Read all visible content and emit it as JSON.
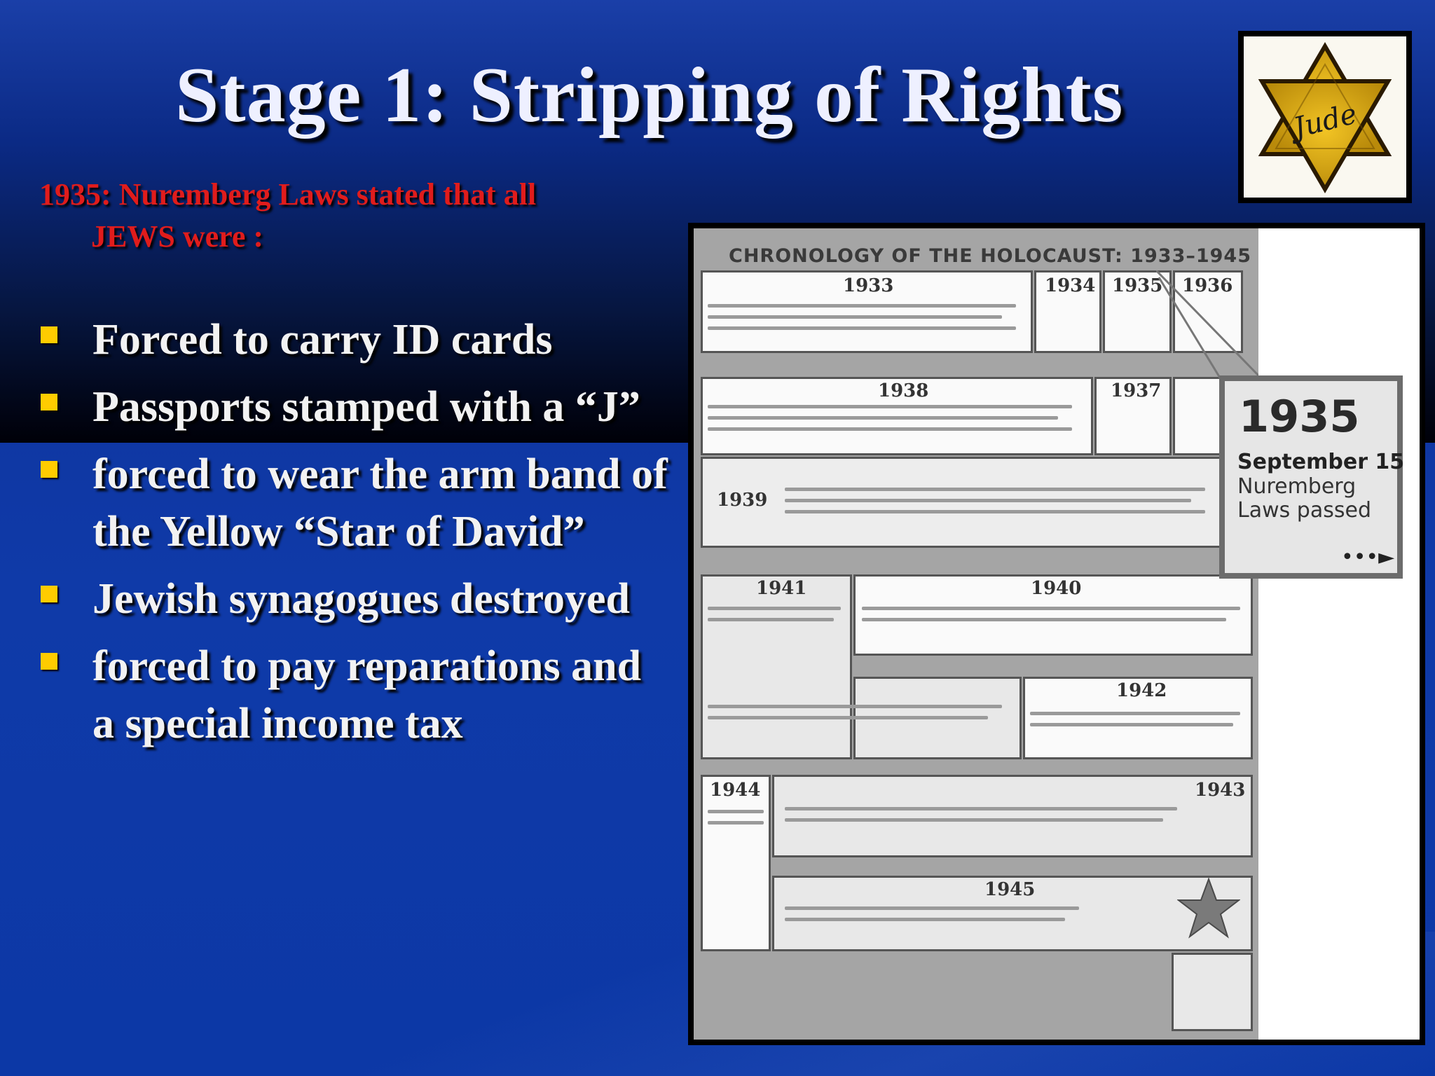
{
  "slide": {
    "title": "Stage 1:  Stripping of Rights",
    "subtitle_line1": "1935:  Nuremberg Laws stated that all",
    "subtitle_line2": "JEWS were :",
    "bullets": [
      "Forced to carry ID cards",
      "Passports stamped with a “J”",
      "forced to wear the arm band of the Yellow “Star of David”",
      "Jewish synagogues destroyed",
      "forced to pay reparations and a special income tax"
    ],
    "colors": {
      "title": "#eef0ff",
      "subtitle": "#e01c1c",
      "bullet_marker": "#ffcc00",
      "background": "#0f3aa8"
    }
  },
  "badge": {
    "icon": "yellow-star-of-david-icon",
    "lettering": "Jude"
  },
  "timeline_figure": {
    "heading": "CHRONOLOGY OF THE HOLOCAUST: 1933–1945",
    "years": [
      "1933",
      "1934",
      "1935",
      "1936",
      "1938",
      "1937",
      "1939",
      "1941",
      "1940",
      "1942",
      "1944",
      "1943",
      "1945"
    ],
    "callout": {
      "year": "1935",
      "date": "September 15",
      "event": "Nuremberg Laws passed",
      "arrow": "•••►"
    }
  }
}
